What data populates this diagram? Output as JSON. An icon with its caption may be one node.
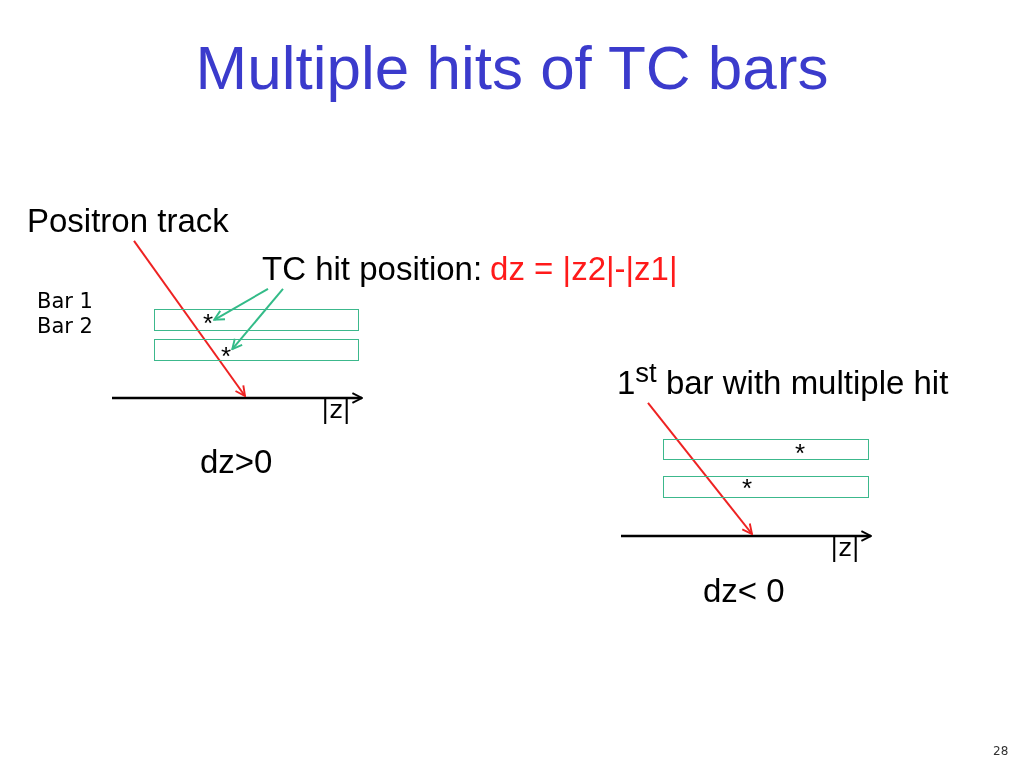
{
  "diagram": {
    "title": "Multiple hits of TC bars",
    "nodes": [
      {
        "text": [
          "Positron track"
        ]
      },
      {
        "text": [
          "TC hit position:",
          "dz = |z2|-|z1|"
        ]
      },
      {
        "text": [],
        "shape": "box",
        "beside": [
          "Bar 1"
        ]
      },
      {
        "text": [
          "*"
        ],
        "in": 2
      },
      {
        "text": [],
        "shape": "box",
        "beside": [
          "Bar 2"
        ]
      },
      {
        "text": [
          "*"
        ],
        "in": 4
      },
      {
        "text": [
          "1$^{st}$ bar with multiple hit"
        ]
      },
      {
        "text": [],
        "shape": "box"
      },
      {
        "text": [
          "*"
        ],
        "in": 7
      },
      {
        "text": [],
        "shape": "box"
      },
      {
        "text": [
          "*"
        ],
        "in": 9
      }
    ],
    "edges": [
      {
        "from": 0,
        "to": null,
        "arrow": "to",
        "color": "#ee2222"
      },
      {
        "from": 1,
        "to": 3,
        "arrow": "to",
        "color": "#33bb88"
      },
      {
        "from": 1,
        "to": 5,
        "arrow": "to",
        "color": "#33bb88"
      },
      {
        "from": 6,
        "to": null,
        "arrow": "to",
        "color": "#ee2222"
      }
    ],
    "labels": [
      "|z|",
      "dz>0",
      "|z|",
      "dz< 0",
      "28"
    ]
  }
}
